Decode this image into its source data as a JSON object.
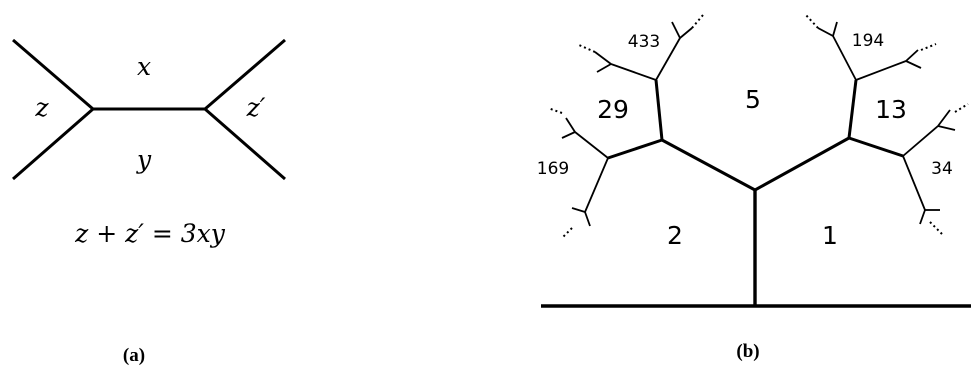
{
  "panel_a": {
    "caption": "(a)",
    "label_x": "x",
    "label_y": "y",
    "label_z": "z",
    "label_zprime": "z′",
    "relation": "z + z′ = 3xy"
  },
  "panel_b": {
    "caption": "(b)",
    "regions": {
      "r1": "1",
      "r2": "2",
      "r5": "5",
      "r13": "13",
      "r29": "29",
      "r34": "34",
      "r169": "169",
      "r194": "194",
      "r433": "433"
    }
  }
}
